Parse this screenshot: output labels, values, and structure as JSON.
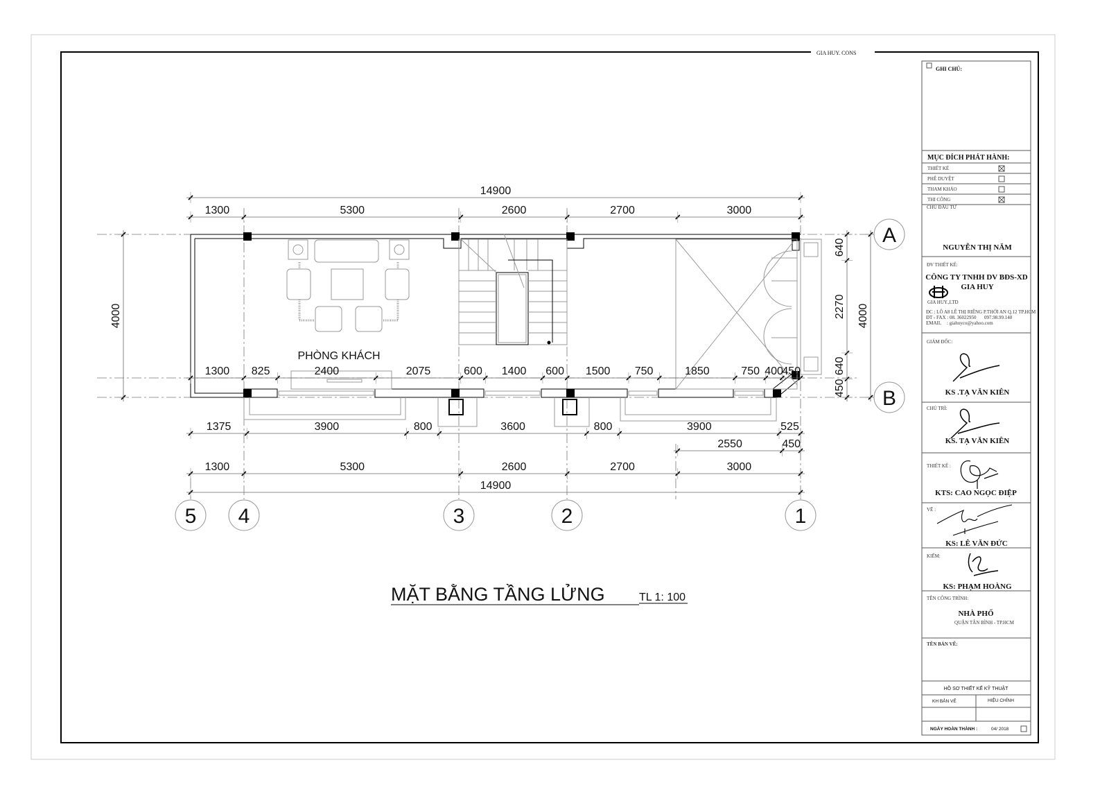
{
  "sheet": {
    "corner_tag": "GIA   HUY. CONS",
    "room_label": "PHÒNG KHÁCH",
    "drawing_title": "MẶT BẰNG  TẦNG LỬNG",
    "scale": "TL 1: 100"
  },
  "grid_axes": {
    "columns": [
      "5",
      "4",
      "3",
      "2",
      "1"
    ],
    "rows": [
      "A",
      "B"
    ]
  },
  "dimensions": {
    "top_overall": [
      14900
    ],
    "top_chain": [
      1300,
      5300,
      2600,
      2700,
      3000
    ],
    "inner_chain": [
      1300,
      825,
      2400,
      2075,
      600,
      1400,
      600,
      1500,
      750,
      1850,
      750,
      400,
      450
    ],
    "balcony_chain": [
      1375,
      3900,
      800,
      3600,
      800,
      3900,
      525
    ],
    "right_sub_chain": [
      2550,
      450
    ],
    "bottom_chain": [
      1300,
      5300,
      2600,
      2700,
      3000
    ],
    "bottom_overall": [
      14900
    ],
    "left_overall": [
      4000
    ],
    "right_chain": [
      640,
      2270,
      640,
      450
    ],
    "right_overall": [
      4000
    ]
  },
  "title_block": {
    "notes_label": "GHI CHÚ:",
    "purpose_label": "MỤC ĐÍCH PHÁT HÀNH:",
    "purpose_items": [
      {
        "label": "THIẾT KẾ",
        "checked": true
      },
      {
        "label": "PHÊ DUYỆT",
        "checked": false
      },
      {
        "label": "THAM KHẢO",
        "checked": false
      },
      {
        "label": "THI CÔNG",
        "checked": true
      }
    ],
    "owner_label": "CHỦ ĐẦU TƯ",
    "owner_name": "NGUYỄN THỊ NĂM",
    "designer_label": "ĐV THIẾT KẾ:",
    "company_line1": "CÔNG TY TNHH DV BĐS-XD",
    "company_line2": "GIA HUY",
    "logo_caption": "GIA HUY.,LTD",
    "address": "ĐC : LÔ A8 LÊ THỊ RIÊNG P.THỚI AN Q.12 TP.HCM",
    "phone_fax": "ĐT - FAX  : 08. 36022950",
    "mobile": "097.98.99.140",
    "email_label": "EMAIL",
    "email": ": giahuyco@yahoo.com",
    "director_label": "GIÁM ĐỐC:",
    "director_name": "KS .TẠ VĂN KIÊN",
    "lead_label": "CHỦ TRÌ:",
    "lead_name": "KS. TẠ VĂN KIÊN",
    "design_label": "THIẾT KẾ :",
    "design_name": "KTS: CAO NGỌC ĐIỆP",
    "draw_label": "VẼ :",
    "draw_name": "KS: LÊ VĂN ĐỨC",
    "check_label": "KIỂM:",
    "check_name": "KS: PHẠM HOÀNG",
    "project_label": "TÊN CÔNG TRÌNH:",
    "project_name": "NHÀ PHỐ",
    "project_location": "QUẬN TÂN BÌNH - TP.HCM",
    "drawing_name_label": "TÊN BẢN VẼ:",
    "dossier": "HỒ SƠ THIẾT KẾ KỸ THUẬT",
    "sheet_code_label": "KH BẢN VẼ",
    "revision_label": "HIỆU CHỈNH",
    "completion_label": "NGÀY HOÀN THÀNH :",
    "completion_date": "04/ 2018"
  }
}
